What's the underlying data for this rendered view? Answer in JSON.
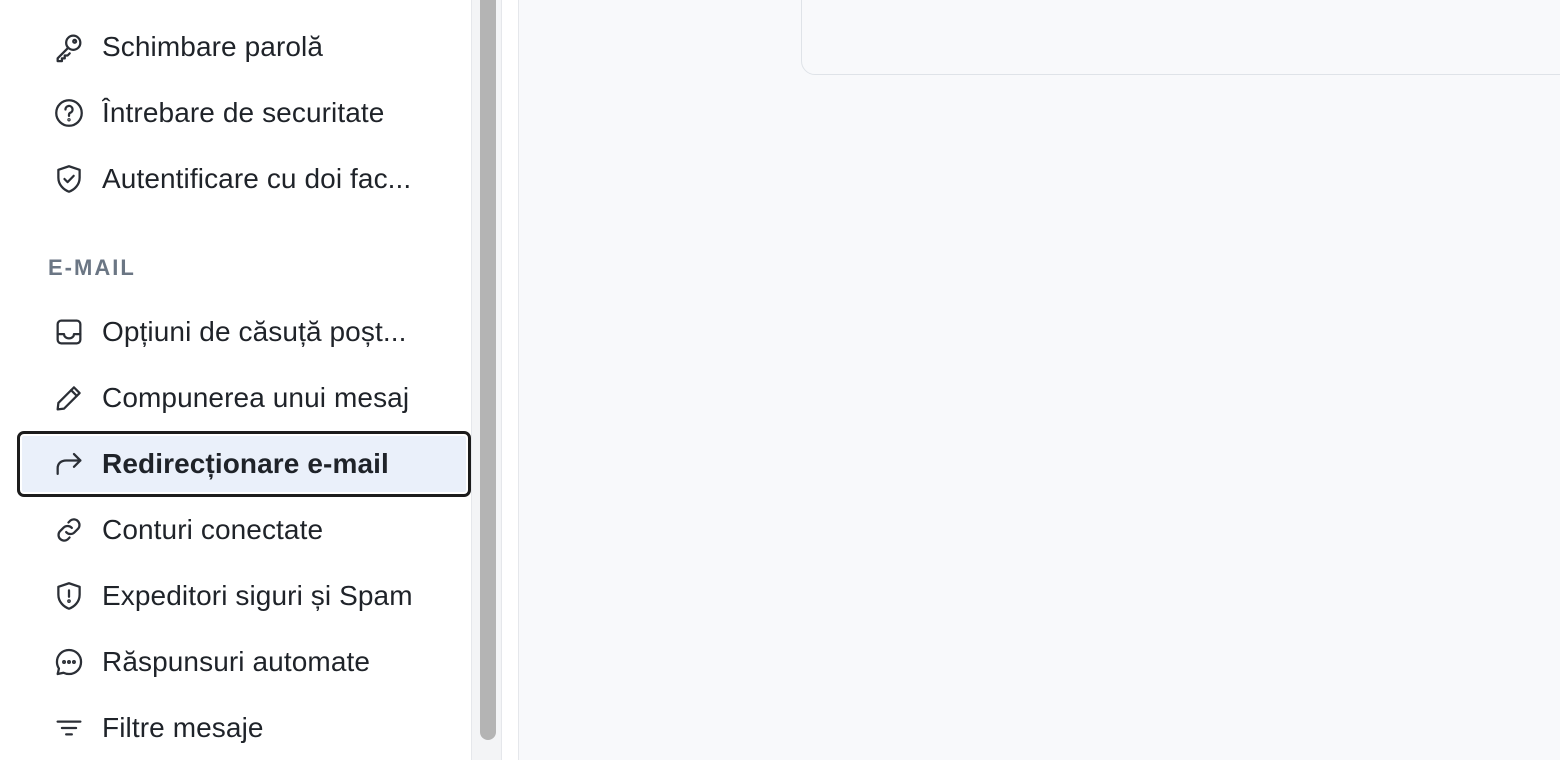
{
  "sidebar": {
    "security_items": [
      {
        "label": "Schimbare parolă",
        "icon": "key-icon"
      },
      {
        "label": "Întrebare de securitate",
        "icon": "question-circle-icon"
      },
      {
        "label": "Autentificare cu doi fac...",
        "icon": "shield-check-icon"
      }
    ],
    "email_section_title": "E-MAIL",
    "email_items": [
      {
        "label": "Opțiuni de căsuță poșt...",
        "icon": "inbox-icon"
      },
      {
        "label": "Compunerea unui mesaj",
        "icon": "pencil-icon"
      },
      {
        "label": "Redirecționare e-mail",
        "icon": "forward-arrow-icon",
        "active": true
      },
      {
        "label": "Conturi conectate",
        "icon": "link-icon"
      },
      {
        "label": "Expeditori siguri și Spam",
        "icon": "shield-alert-icon"
      },
      {
        "label": "Răspunsuri automate",
        "icon": "chat-bubble-icon"
      },
      {
        "label": "Filtre mesaje",
        "icon": "filter-lines-icon"
      }
    ]
  },
  "colors": {
    "active_bg": "#eaf0fa",
    "active_outline": "#1c1c1c",
    "section_header": "#6b7684",
    "main_bg": "#f8f9fb"
  }
}
